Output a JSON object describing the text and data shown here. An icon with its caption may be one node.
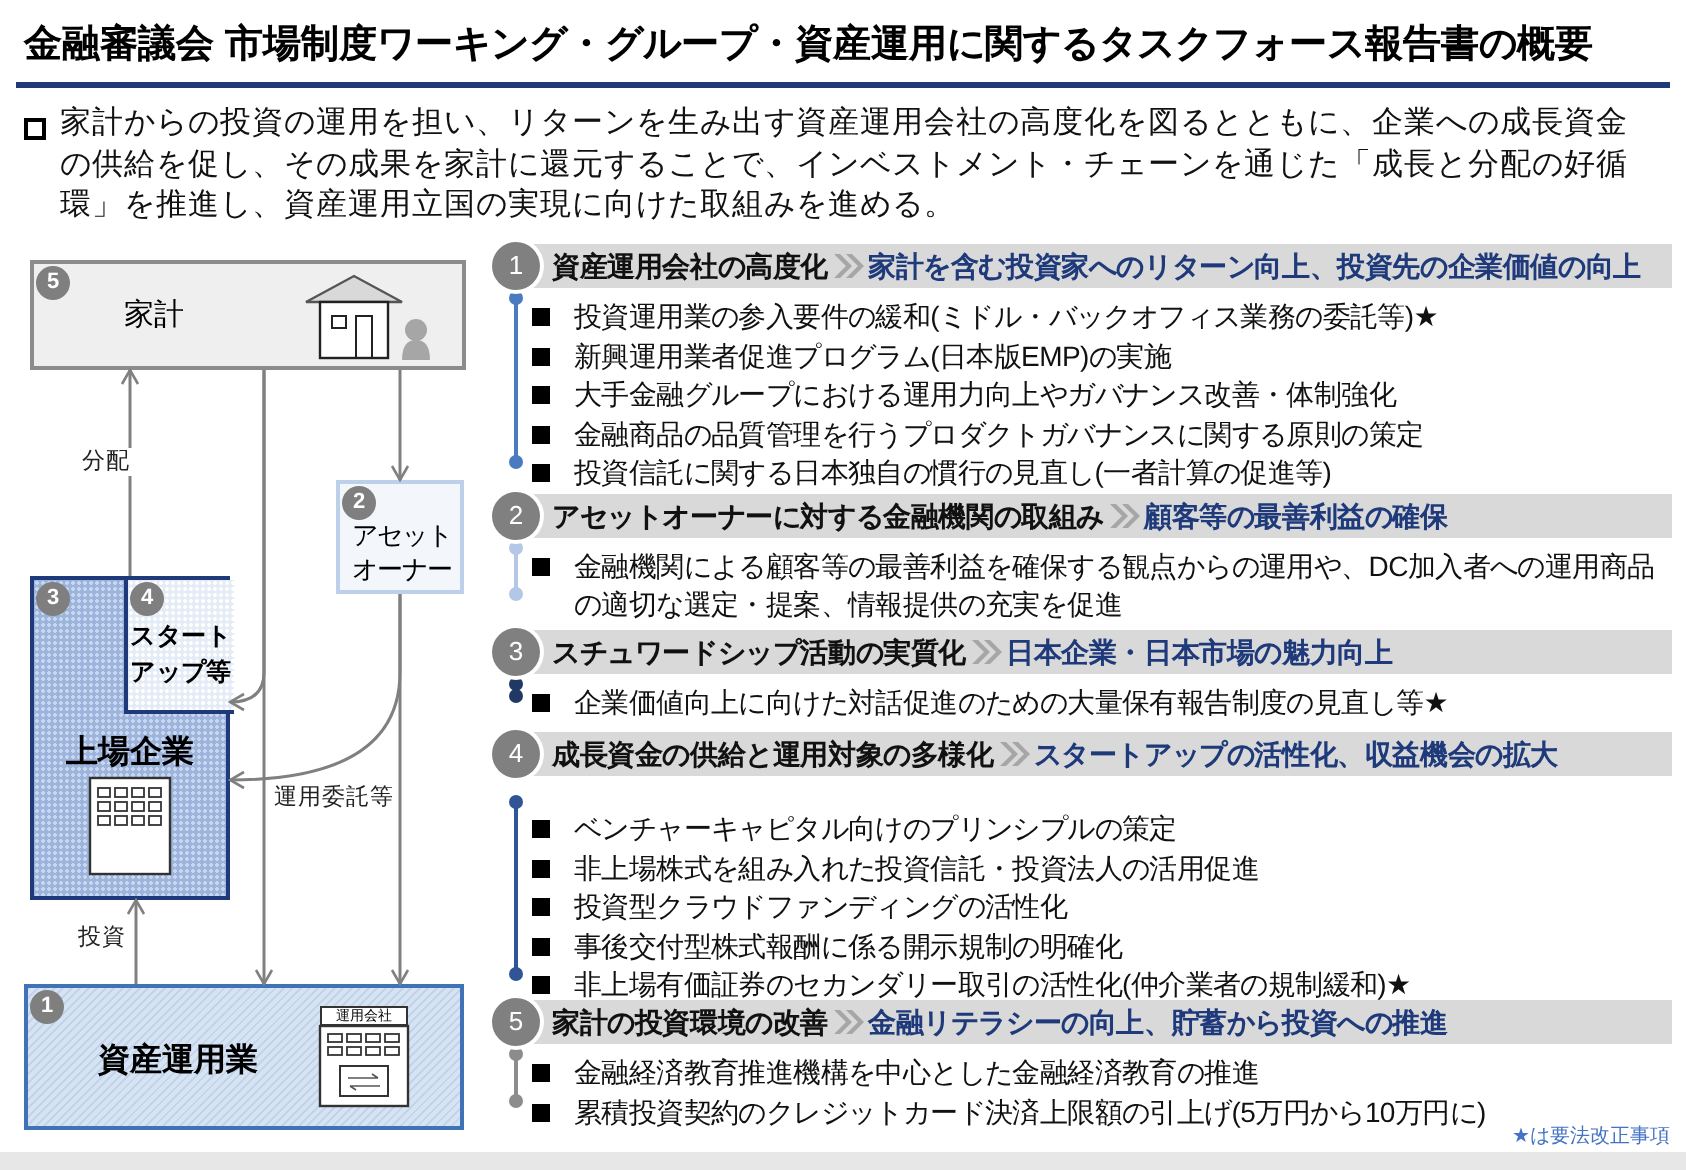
{
  "diagram": {
    "title": "金融審議会 市場制度ワーキング・グループ・資産運用に関するタスクフォース報告書の概要",
    "nodes": [
      {
        "text": [
          "5",
          "家計"
        ]
      },
      {
        "text": [
          "2",
          "アセットオーナー"
        ]
      },
      {
        "text": [
          "3",
          "上場企業"
        ]
      },
      {
        "text": [
          "4",
          "スタートアップ等"
        ],
        "in": 2
      },
      {
        "text": [
          "1",
          "資産運用業",
          "運用会社"
        ]
      },
      {
        "text": [
          "1",
          "資産運用会社の高度化",
          "家計を含む投資家へのリターン向上、投資先の企業価値の向上"
        ],
        "beside": [
          "投資運用業の参入要件の緩和(ミドル・バックオフィス業務の委託等)★",
          "新興運用業者促進プログラム(日本版EMP)の実施",
          "大手金融グループにおける運用力向上やガバナンス改善・体制強化",
          "金融商品の品質管理を行うプロダクトガバナンスに関する原則の策定",
          "投資信託に関する日本独自の慣行の見直し(一者計算の促進等)"
        ]
      },
      {
        "text": [
          "2",
          "アセットオーナーに対する金融機関の取組み",
          "顧客等の最善利益の確保"
        ],
        "beside": [
          "金融機関による顧客等の最善利益を確保する観点からの運用や、DC加入者への運用商品の適切な選定・提案、情報提供の充実を促進"
        ]
      },
      {
        "text": [
          "3",
          "スチュワードシップ活動の実質化",
          "日本企業・日本市場の魅力向上"
        ],
        "beside": [
          "企業価値向上に向けた対話促進のための大量保有報告制度の見直し等★"
        ]
      },
      {
        "text": [
          "4",
          "成長資金の供給と運用対象の多様化",
          "スタートアップの活性化、収益機会の拡大"
        ],
        "beside": [
          "ベンチャーキャピタル向けのプリンシプルの策定",
          "非上場株式を組み入れた投資信託・投資法人の活用促進",
          "投資型クラウドファンディングの活性化",
          "事後交付型株式報酬に係る開示規制の明確化",
          "非上場有価証券のセカンダリー取引の活性化(仲介業者の規制緩和)★"
        ]
      },
      {
        "text": [
          "5",
          "家計の投資環境の改善",
          "金融リテラシーの向上、貯蓄から投資への推進"
        ],
        "beside": [
          "金融経済教育推進機構を中心とした金融経済教育の推進",
          "累積投資契約のクレジットカード決済上限額の引上げ(5万円から10万円に)"
        ]
      }
    ],
    "edges": [
      {
        "from": 3,
        "to": 0,
        "arrow": "to",
        "label": "分配"
      },
      {
        "from": 0,
        "to": 1,
        "arrow": "to"
      },
      {
        "from": 0,
        "to": 3,
        "arrow": "to"
      },
      {
        "from": 0,
        "to": 4,
        "arrow": "to",
        "label": "運用委託等"
      },
      {
        "from": 1,
        "to": 2,
        "arrow": "to"
      },
      {
        "from": 1,
        "to": 4,
        "arrow": "to"
      },
      {
        "from": 4,
        "to": 2,
        "arrow": "to",
        "label": "投資"
      }
    ],
    "labels": [
      "家計からの投資の運用を担い、リターンを生み出す資産運用会社の高度化を図るとともに、企業への成長資金の供給を促し、その成果を家計に還元することで、インベストメント・チェーンを通じた「成長と分配の好循環」を推進し、資産運用立国の実現に向けた取組みを進める。",
      "★は要法改正事項"
    ]
  }
}
